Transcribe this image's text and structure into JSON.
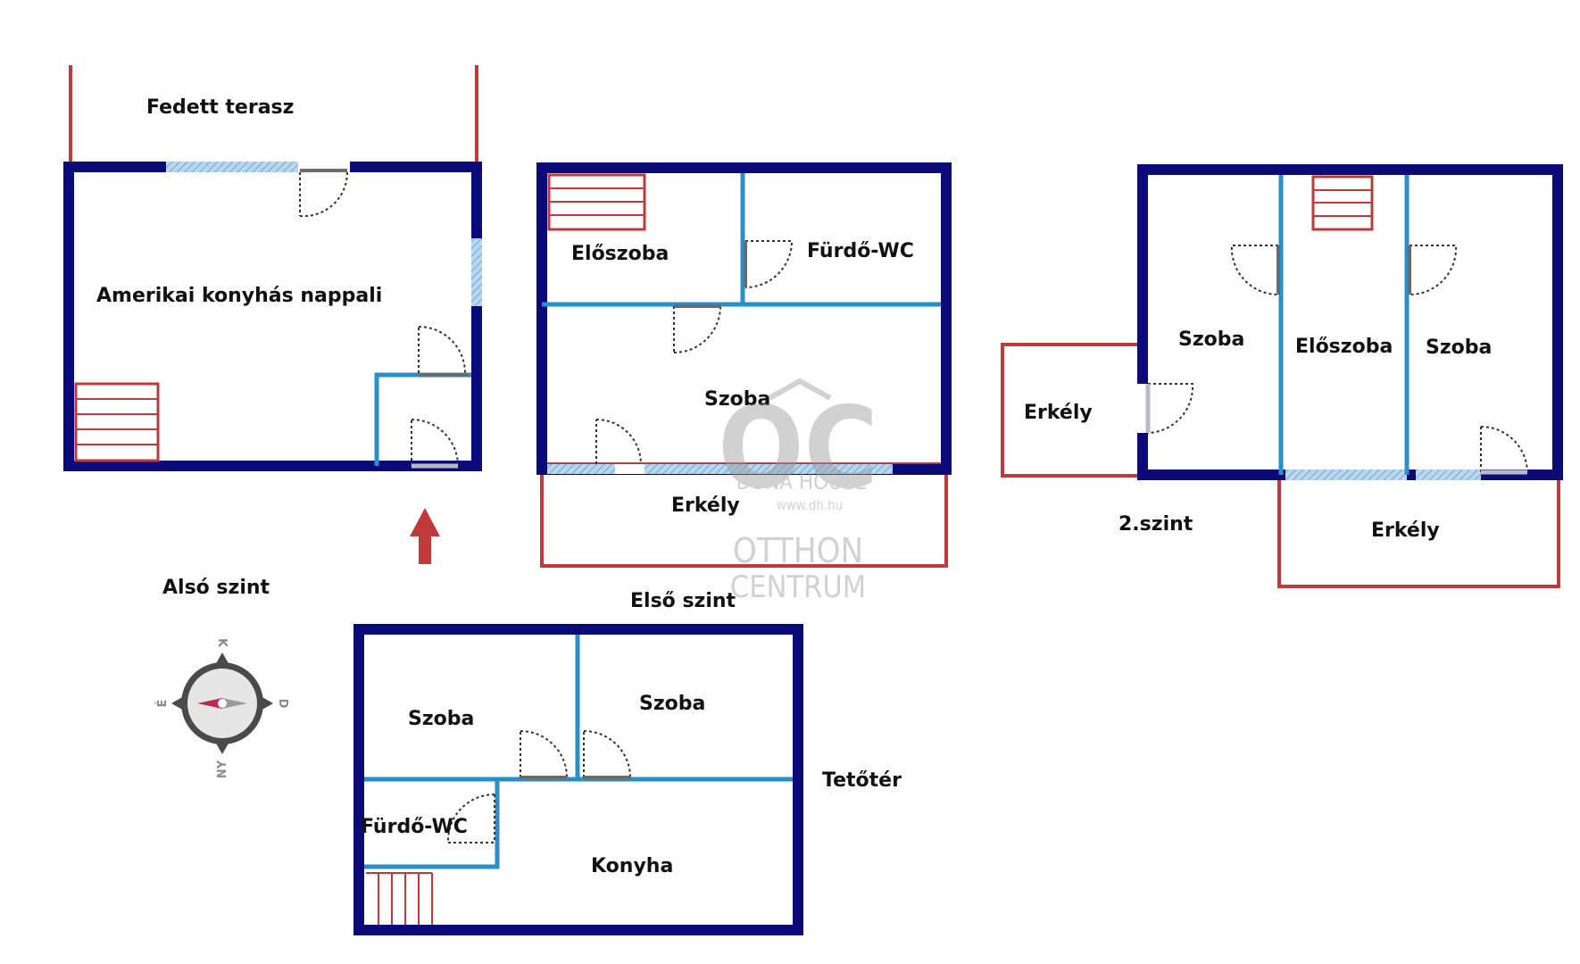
{
  "levels": {
    "lower": {
      "title": "Alsó szint",
      "rooms": {
        "terrace": "Fedett terasz",
        "living": "Amerikai konyhás nappali"
      }
    },
    "first": {
      "title": "Első szint",
      "rooms": {
        "hall": "Előszoba",
        "bath": "Fürdő-WC",
        "room": "Szoba",
        "balcony": "Erkély"
      }
    },
    "second": {
      "title": "2.szint",
      "rooms": {
        "room_left": "Szoba",
        "hall": "Előszoba",
        "room_right": "Szoba",
        "balcony_left": "Erkély",
        "balcony_bottom": "Erkély"
      }
    },
    "attic": {
      "title": "Tetőtér",
      "rooms": {
        "room_left": "Szoba",
        "room_right": "Szoba",
        "bath": "Fürdő-WC",
        "kitchen": "Konyha"
      }
    }
  },
  "compass": {
    "north": "K",
    "east": "D",
    "south": "NY",
    "west": "É"
  },
  "watermark": {
    "logo": "OC",
    "brand": "DUNA HOUSE",
    "url": "www.dh.hu",
    "line1": "OTTHON",
    "line2": "CENTRUM"
  },
  "colors": {
    "outer_wall": "#0a0a78",
    "inner_wall": "#2a8fc8",
    "balcony": "#c0393b",
    "stairs": "#c0393b",
    "window": "#9fc6e6"
  }
}
